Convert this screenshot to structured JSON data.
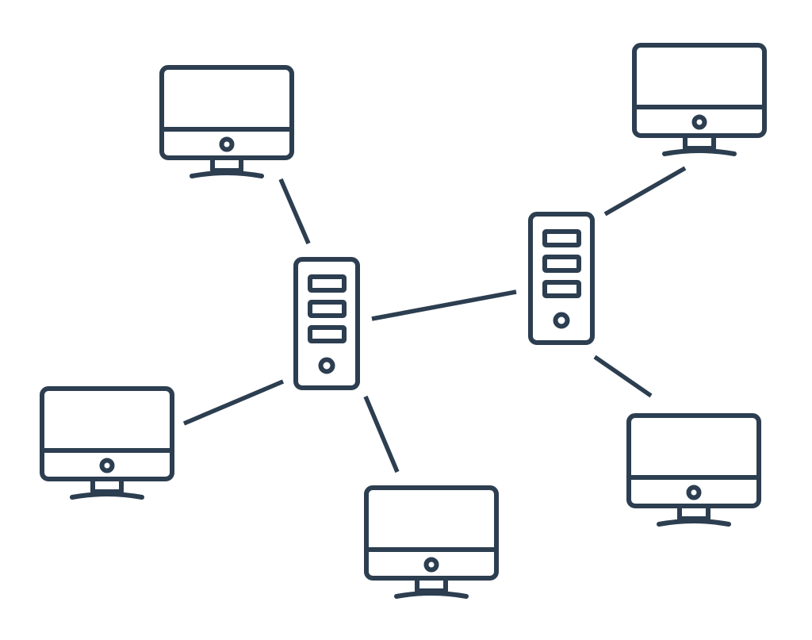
{
  "colors": {
    "stroke": "#2c3e50",
    "background": "#ffffff"
  },
  "nodes": [
    {
      "id": "server-1",
      "type": "server",
      "icon": "server-tower-icon"
    },
    {
      "id": "server-2",
      "type": "server",
      "icon": "server-tower-icon"
    },
    {
      "id": "computer-top-left",
      "type": "computer",
      "icon": "desktop-monitor-icon"
    },
    {
      "id": "computer-bottom-left",
      "type": "computer",
      "icon": "desktop-monitor-icon"
    },
    {
      "id": "computer-bottom-center",
      "type": "computer",
      "icon": "desktop-monitor-icon"
    },
    {
      "id": "computer-top-right",
      "type": "computer",
      "icon": "desktop-monitor-icon"
    },
    {
      "id": "computer-bottom-right",
      "type": "computer",
      "icon": "desktop-monitor-icon"
    }
  ],
  "connections": [
    {
      "from": "computer-top-left",
      "to": "server-1"
    },
    {
      "from": "computer-bottom-left",
      "to": "server-1"
    },
    {
      "from": "computer-bottom-center",
      "to": "server-1"
    },
    {
      "from": "server-1",
      "to": "server-2"
    },
    {
      "from": "computer-top-right",
      "to": "server-2"
    },
    {
      "from": "computer-bottom-right",
      "to": "server-2"
    }
  ]
}
